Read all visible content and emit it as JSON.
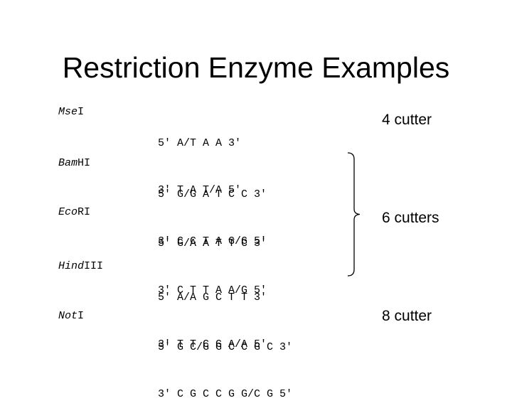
{
  "title": "Restriction Enzyme Examples",
  "enzymes": [
    {
      "name_italic": "Mse",
      "name_rest": "I",
      "line1": "5′ A/T A A 3′",
      "line2": "3′ T A T/A 5′"
    },
    {
      "name_italic": "Bam",
      "name_rest": "HI",
      "line1": "5′ G/G A T C C 3′",
      "line2": "3′ C C T A G/G 5′"
    },
    {
      "name_italic": "Eco",
      "name_rest": "RI",
      "line1": "5′ G/A A T T C 3′",
      "line2": "3′ C T T A A/G 5′"
    },
    {
      "name_italic": "Hind",
      "name_rest": "III",
      "line1": "5′ A/A G C T T 3′",
      "line2": "3′ T T C G A/A 5′"
    },
    {
      "name_italic": "Not",
      "name_rest": "I",
      "line1": "5′ G C/G G C C G C 3′",
      "line2": "3′ C G C C G G/C G 5′"
    }
  ],
  "labels": {
    "four_cutter": "4 cutter",
    "six_cutters": "6 cutters",
    "eight_cutter": "8 cutter"
  }
}
